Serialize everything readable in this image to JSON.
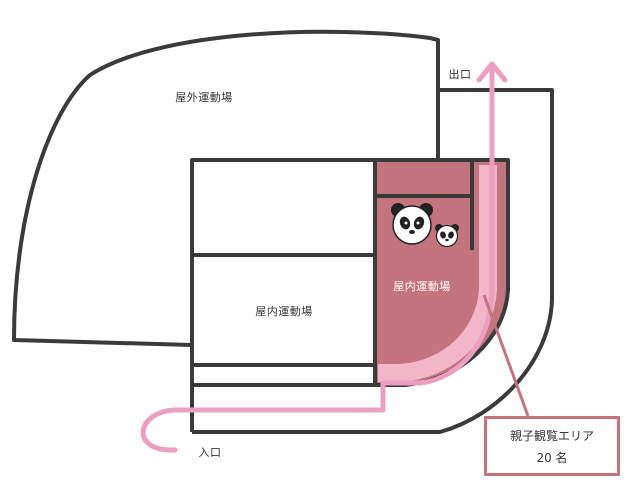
{
  "labels": {
    "outdoor_yard": "屋外運動場",
    "indoor_yard_left": "屋内運動場",
    "indoor_yard_right": "屋内運動場",
    "exit": "出口",
    "entrance": "入口"
  },
  "callout": {
    "title": "親子観覧エリア",
    "capacity": "20 名"
  },
  "icons": {
    "adult": "panda-adult-icon",
    "cub": "panda-cub-icon"
  },
  "colors": {
    "outline": "#3a3a3a",
    "viewing_area": "#c4747f",
    "route": "#ec9fc0",
    "route_band": "#f1b6c8",
    "callout_border": "#c4747f"
  }
}
